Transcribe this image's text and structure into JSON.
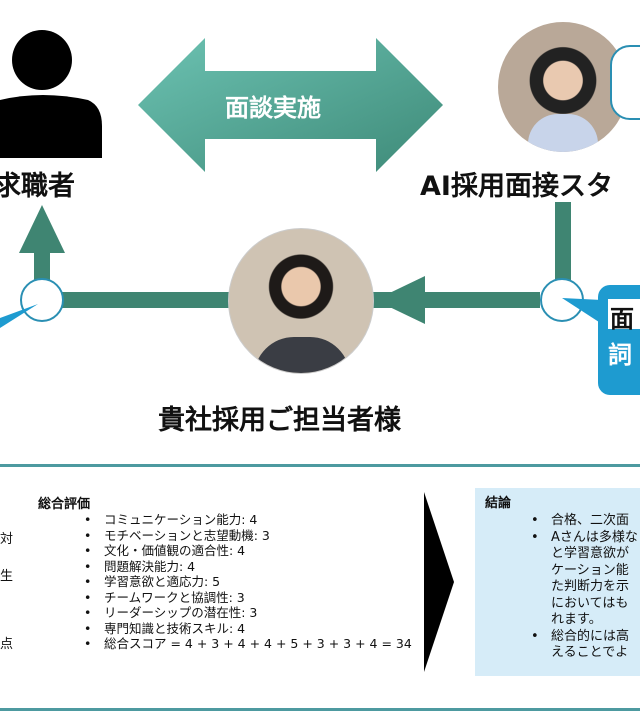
{
  "diagram": {
    "center_arrow_label": "面談実施",
    "job_seeker_label": "求職者",
    "ai_staff_label": "AI採用面接スタ",
    "company_label": "貴社採用ご担当者様",
    "callout_right_text": [
      "面",
      "詞"
    ]
  },
  "summary": {
    "left_fragments": [
      "対",
      "生",
      "点"
    ],
    "overall_title": "総合評価",
    "scores": [
      "コミュニケーション能力: 4",
      "モチベーションと志望動機: 3",
      "文化・価値観の適合性: 4",
      "問題解決能力: 4",
      "学習意欲と適応力: 5",
      "チームワークと協調性: 3",
      "リーダーシップの潜在性: 3",
      "専門知識と技術スキル: 4",
      "総合スコア = 4 + 3 + 4 + 4 + 5 + 3 + 3 + 4 = 34"
    ],
    "conclusion_title": "結論",
    "conclusion_items": [
      "合格、二次面",
      "Aさんは多様な\nと学習意欲が\nケーション能\nた判断力を示\nにおいてはも\nれます。",
      "総合的には高\nえることでよ"
    ]
  },
  "colors": {
    "teal": "#3f8572",
    "blue": "#1e9bd0",
    "conclusion_bg": "#d6ecf8"
  }
}
